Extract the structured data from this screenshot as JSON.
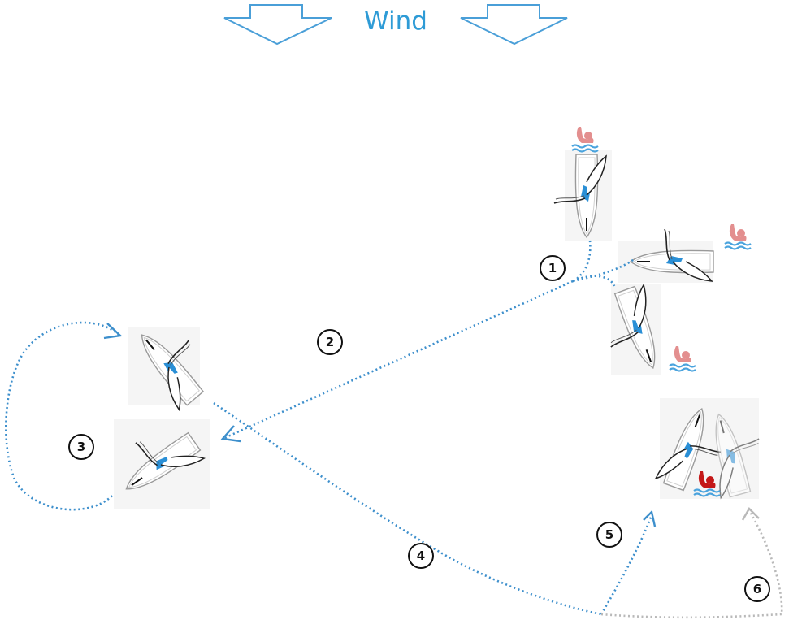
{
  "diagram": {
    "wind_label": "Wind",
    "steps": [
      "1",
      "2",
      "3",
      "4",
      "5",
      "6"
    ]
  }
}
